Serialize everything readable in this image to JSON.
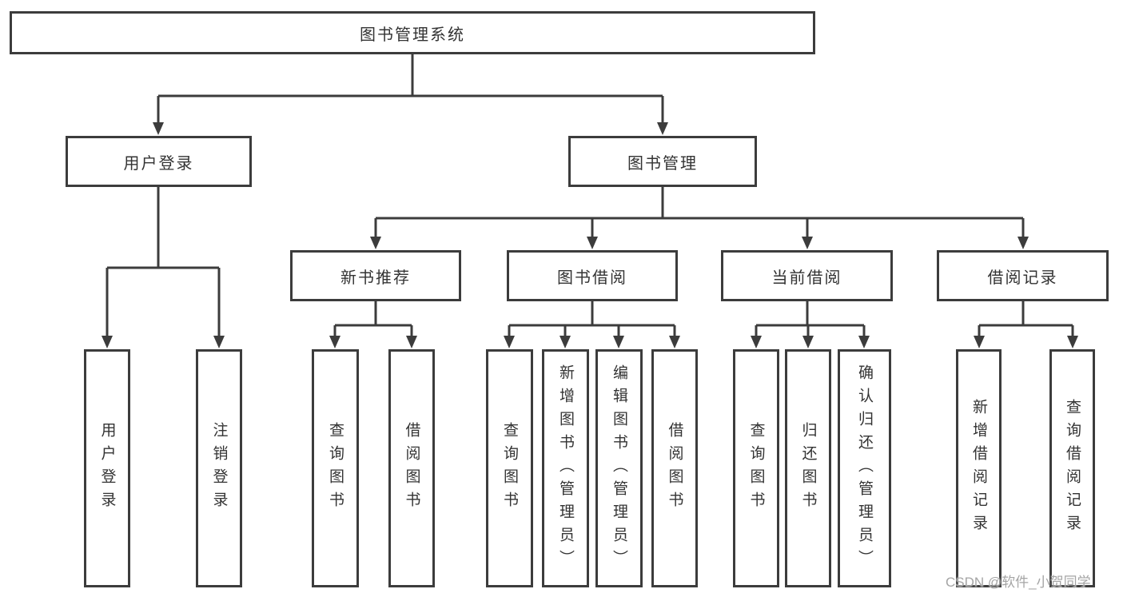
{
  "diagram_type": "function-structure-tree",
  "colors": {
    "line": "#3c3c3c",
    "box_background": "#ffffff",
    "text": "#333333",
    "watermark_text_color": "#a5a5a5"
  },
  "tree": {
    "label": "图书管理系统",
    "children": [
      {
        "label": "用户登录",
        "children": [
          {
            "label": "用户登录"
          },
          {
            "label": "注销登录"
          }
        ]
      },
      {
        "label": "图书管理",
        "children": [
          {
            "label": "新书推荐",
            "children": [
              {
                "label": "查询图书"
              },
              {
                "label": "借阅图书"
              }
            ]
          },
          {
            "label": "图书借阅",
            "children": [
              {
                "label": "查询图书"
              },
              {
                "label": "新增图书（管理员）"
              },
              {
                "label": "编辑图书（管理员）"
              },
              {
                "label": "借阅图书"
              }
            ]
          },
          {
            "label": "当前借阅",
            "children": [
              {
                "label": "查询图书"
              },
              {
                "label": "归还图书"
              },
              {
                "label": "确认归还（管理员）"
              }
            ]
          },
          {
            "label": "借阅记录",
            "children": [
              {
                "label": "新增借阅记录"
              },
              {
                "label": "查询借阅记录"
              }
            ]
          }
        ]
      }
    ]
  },
  "watermark": {
    "text": "CSDN @软件_小贺同学"
  }
}
